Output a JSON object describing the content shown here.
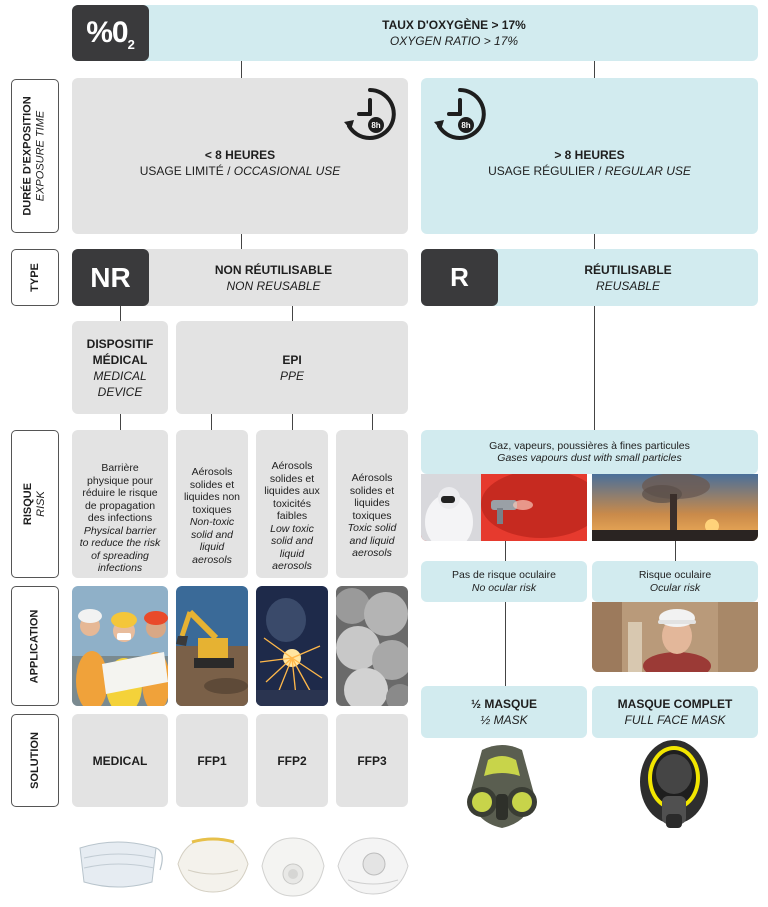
{
  "header": {
    "badge_symbol": "%0",
    "badge_subscript": "2",
    "title_fr": "TAUX D'OXYGÈNE > 17%",
    "title_en": "OXYGEN RATIO > 17%"
  },
  "sidebar": {
    "exposure": {
      "fr": "DURÉE D'EXPOSITION",
      "en": "EXPOSURE TIME"
    },
    "type": {
      "fr": "TYPE"
    },
    "risk": {
      "fr": "RISQUE",
      "en": "RISK"
    },
    "application": {
      "fr": "APPLICATION"
    },
    "solution": {
      "fr": "SOLUTION"
    }
  },
  "exposure": {
    "short": {
      "clock_label": "8h",
      "title": "< 8 HEURES",
      "usage_fr": "USAGE LIMITÉ /",
      "usage_en": "OCCASIONAL USE"
    },
    "long": {
      "clock_label": "8h",
      "title": "> 8 HEURES",
      "usage_fr": "USAGE RÉGULIER /",
      "usage_en": "REGULAR USE"
    }
  },
  "type": {
    "nr": {
      "badge": "NR",
      "fr": "NON RÉUTILISABLE",
      "en": "NON REUSABLE"
    },
    "r": {
      "badge": "R",
      "fr": "RÉUTILISABLE",
      "en": "REUSABLE"
    }
  },
  "category": {
    "medical": {
      "fr_line1": "DISPOSITIF",
      "fr_line2": "MÉDICAL",
      "en_line1": "MEDICAL",
      "en_line2": "DEVICE"
    },
    "ppe": {
      "fr": "EPI",
      "en": "PPE"
    }
  },
  "risks": {
    "medical": {
      "fr": [
        "Barrière",
        "physique pour",
        "réduire le risque",
        "de propagation",
        "des infections"
      ],
      "en": [
        "Physical barrier",
        "to reduce the risk",
        "of spreading",
        "infections"
      ]
    },
    "ffp1": {
      "fr": [
        "Aérosols",
        "solides et",
        "liquides non",
        "toxiques"
      ],
      "en": [
        "Non-toxic",
        "solid and",
        "liquid",
        "aerosols"
      ]
    },
    "ffp2": {
      "fr": [
        "Aérosols",
        "solides et",
        "liquides aux",
        "toxicités",
        "faibles"
      ],
      "en": [
        "Low toxic",
        "solid and",
        "liquid",
        "aerosols"
      ]
    },
    "ffp3": {
      "fr": [
        "Aérosols",
        "solides et",
        "liquides",
        "toxiques"
      ],
      "en": [
        "Toxic solid",
        "and liquid",
        "aerosols"
      ]
    },
    "reusable": {
      "fr": "Gaz, vapeurs, poussières à fines particules",
      "en": "Gases vapours dust with small particles"
    },
    "no_ocular": {
      "fr": "Pas de risque oculaire",
      "en": "No ocular risk"
    },
    "ocular": {
      "fr": "Risque oculaire",
      "en": "Ocular risk"
    }
  },
  "solutions": {
    "medical": "MEDICAL",
    "ffp1": "FFP1",
    "ffp2": "FFP2",
    "ffp3": "FFP3",
    "half": {
      "fr": "½ MASQUE",
      "en": "½ MASK"
    },
    "full": {
      "fr": "MASQUE COMPLET",
      "en": "FULL FACE MASK"
    }
  }
}
